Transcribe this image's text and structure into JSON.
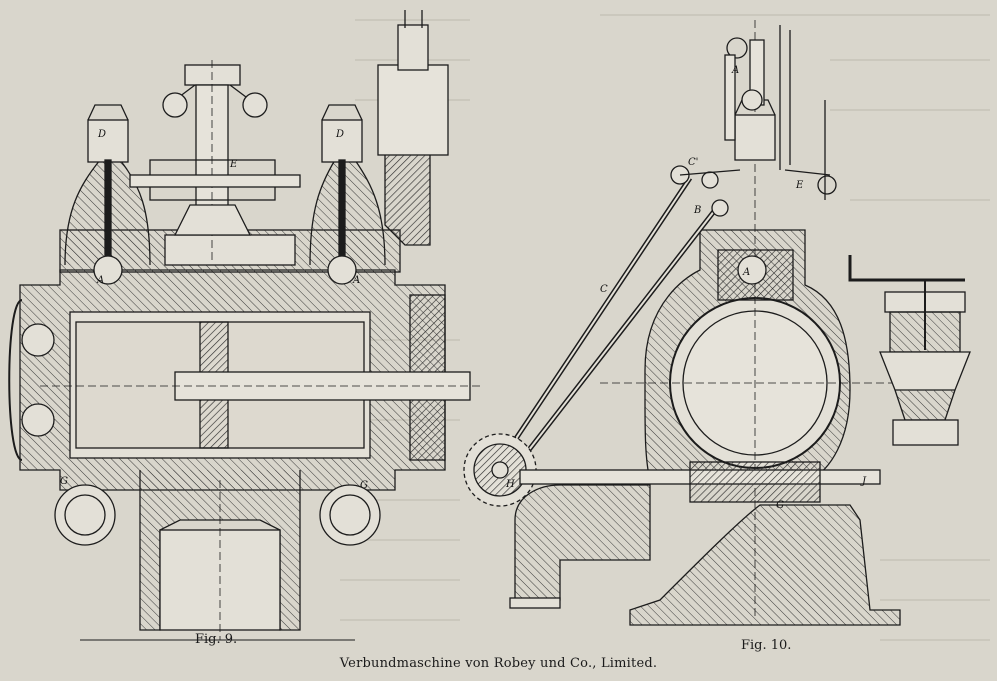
{
  "figures": [
    {
      "label": "Fig. 9.",
      "view": "sectional elevation"
    },
    {
      "label": "Fig. 10.",
      "view": "side elevation"
    }
  ],
  "caption": "Verbundmaschine von Robey und Co., Limited.",
  "part_letters": {
    "fig9": [
      "D",
      "D",
      "E",
      "A",
      "A",
      "G",
      "G"
    ],
    "fig10": [
      "A",
      "E",
      "C'",
      "C",
      "B",
      "A",
      "H",
      "G",
      "J"
    ]
  },
  "colors": {
    "paper": "#d9d6cc",
    "ink": "#1c1c1c",
    "hatch": "#3a3a3a",
    "background_text": "#b8b4aa"
  }
}
